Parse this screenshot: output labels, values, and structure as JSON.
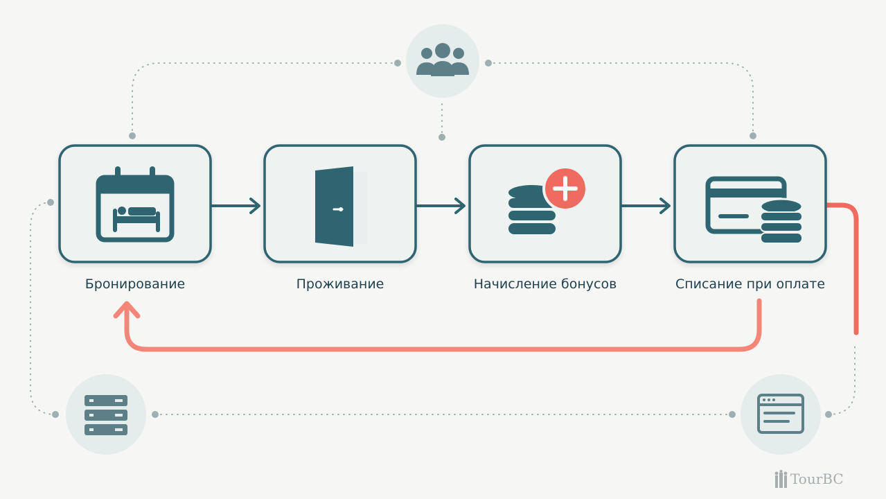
{
  "steps": [
    {
      "id": "booking",
      "label": "Бронирование",
      "icon": "calendar-bed-icon"
    },
    {
      "id": "stay",
      "label": "Проживание",
      "icon": "door-icon"
    },
    {
      "id": "bonus",
      "label": "Начисление бонусов",
      "icon": "coins-plus-icon"
    },
    {
      "id": "payment",
      "label": "Списание при оплате",
      "icon": "card-coins-icon"
    }
  ],
  "nodes": {
    "top": {
      "icon": "users-icon"
    },
    "bottom_left": {
      "icon": "server-icon"
    },
    "bottom_right": {
      "icon": "browser-window-icon"
    }
  },
  "colors": {
    "primary": "#2f6570",
    "accent": "#f06b5f",
    "accent_loop": "#f48579",
    "box_fill": "#eef3f2",
    "node_fill": "#e4ecec",
    "dotted": "#9fb0b2",
    "background": "#f6f7f5"
  },
  "watermark": {
    "text": "TourBC"
  }
}
